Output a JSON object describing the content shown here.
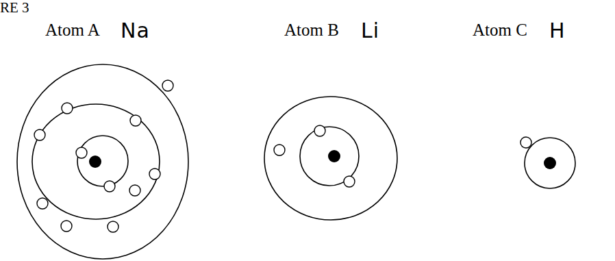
{
  "diagram": {
    "labels": [
      "RE 3",
      "Atom A",
      "Na",
      "Atom B",
      "Li",
      "Atom C",
      "H"
    ]
  }
}
